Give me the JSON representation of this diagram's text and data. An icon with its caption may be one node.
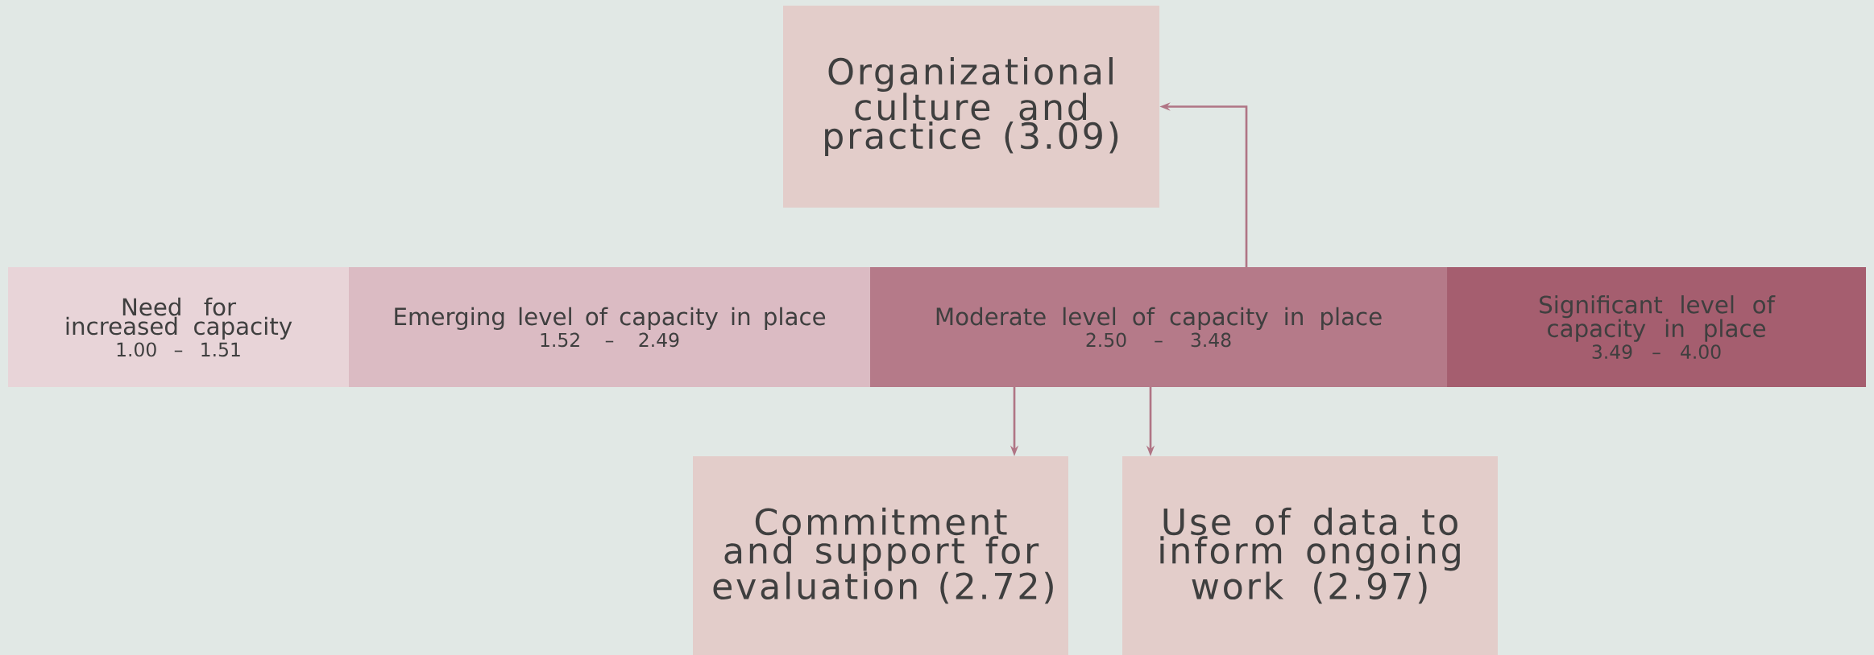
{
  "diagram": {
    "nodes": [
      {
        "text": [
          "Organizational culture and practice (3.09)"
        ]
      },
      {
        "text": [
          "Need for increased capacity",
          "1.00 – 1.51"
        ]
      },
      {
        "text": [
          "Emerging level of capacity in place",
          "1.52 – 2.49"
        ]
      },
      {
        "text": [
          "Moderate level of capacity in place",
          "2.50 – 3.48"
        ]
      },
      {
        "text": [
          "Significant level of capacity in place",
          "3.49 – 4.00"
        ]
      },
      {
        "text": [
          "Commitment and support for evaluation (2.72)"
        ]
      },
      {
        "text": [
          "Use of data to inform ongoing work (2.97)"
        ]
      }
    ],
    "edges": [
      {
        "from": 3,
        "to": 0,
        "arrow": "to"
      },
      {
        "from": 3,
        "to": 5,
        "arrow": "to"
      },
      {
        "from": 3,
        "to": 6,
        "arrow": "to"
      }
    ]
  }
}
